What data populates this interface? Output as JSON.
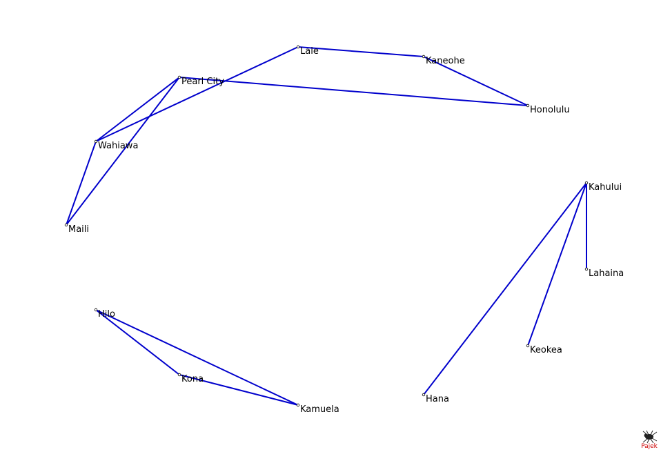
{
  "graph": {
    "edge_color": "#0000cc",
    "nodes": [
      {
        "id": "laie",
        "label": "Laie"
      },
      {
        "id": "kaneohe",
        "label": "Kaneohe"
      },
      {
        "id": "honolulu",
        "label": "Honolulu"
      },
      {
        "id": "pearl_city",
        "label": "Pearl City"
      },
      {
        "id": "wahiawa",
        "label": "Wahiawa"
      },
      {
        "id": "maili",
        "label": "Maili"
      },
      {
        "id": "kahului",
        "label": "Kahului"
      },
      {
        "id": "lahaina",
        "label": "Lahaina"
      },
      {
        "id": "keokea",
        "label": "Keokea"
      },
      {
        "id": "hana",
        "label": "Hana"
      },
      {
        "id": "hilo",
        "label": "Hilo"
      },
      {
        "id": "kona",
        "label": "Kona"
      },
      {
        "id": "kamuela",
        "label": "Kamuela"
      }
    ],
    "edges": [
      {
        "source": "laie",
        "target": "kaneohe"
      },
      {
        "source": "kaneohe",
        "target": "honolulu"
      },
      {
        "source": "honolulu",
        "target": "pearl_city"
      },
      {
        "source": "laie",
        "target": "wahiawa"
      },
      {
        "source": "pearl_city",
        "target": "wahiawa"
      },
      {
        "source": "pearl_city",
        "target": "maili"
      },
      {
        "source": "wahiawa",
        "target": "maili"
      },
      {
        "source": "kahului",
        "target": "lahaina"
      },
      {
        "source": "kahului",
        "target": "keokea"
      },
      {
        "source": "kahului",
        "target": "hana"
      },
      {
        "source": "hilo",
        "target": "kona"
      },
      {
        "source": "hilo",
        "target": "kamuela"
      },
      {
        "source": "kona",
        "target": "kamuela"
      }
    ]
  },
  "brand": {
    "label": "Pajek",
    "color": "#cc0000",
    "icon": "spider-icon"
  }
}
